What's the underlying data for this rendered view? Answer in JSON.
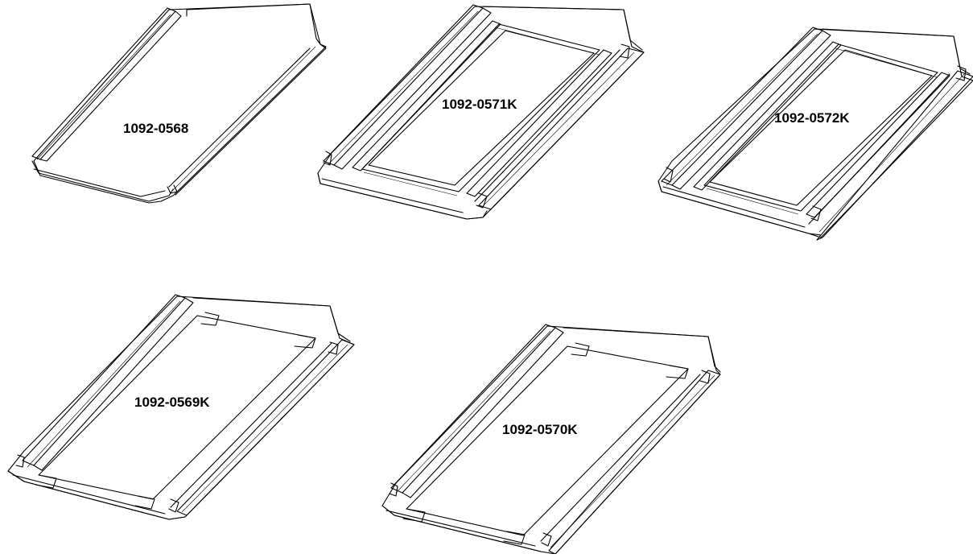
{
  "trays": [
    {
      "part_number": "1092-0568"
    },
    {
      "part_number": "1092-0571K"
    },
    {
      "part_number": "1092-0572K"
    },
    {
      "part_number": "1092-0569K"
    },
    {
      "part_number": "1092-0570K"
    }
  ],
  "colors": {
    "line": "#000000",
    "background": "#ffffff"
  }
}
